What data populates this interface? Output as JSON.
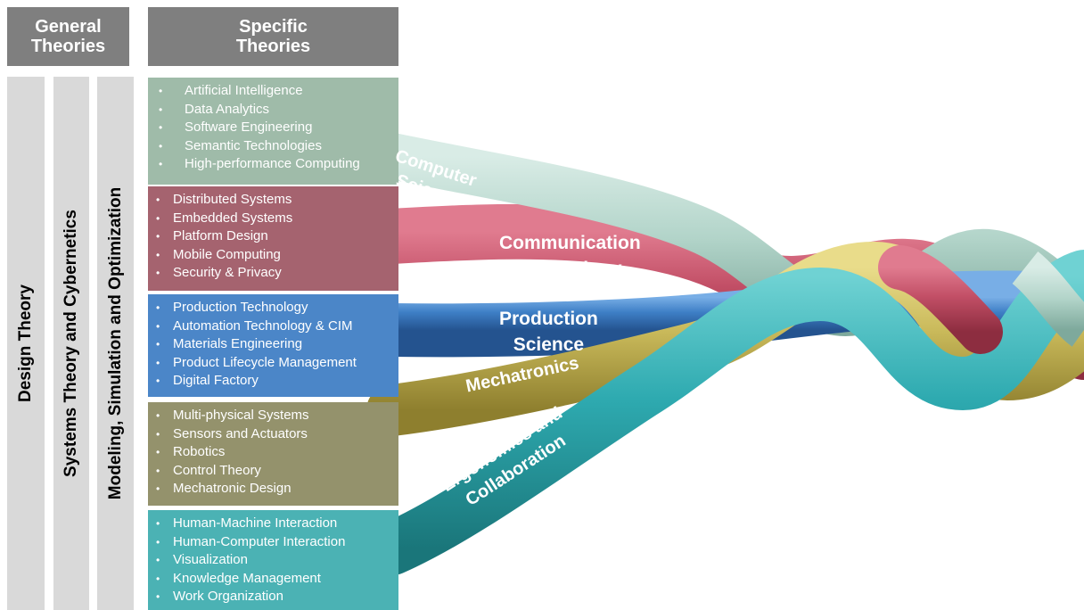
{
  "headers": {
    "general": "General\nTheories",
    "specific": "Specific\nTheories"
  },
  "general_theories": [
    "Design Theory",
    "Systems Theory and Cybernetics",
    "Modeling, Simulation and Optimization"
  ],
  "boxes": [
    {
      "items": [
        "Artificial Intelligence",
        "Data Analytics",
        "Software Engineering",
        "Semantic Technologies",
        "High-performance Computing"
      ],
      "color": "#9fbba9"
    },
    {
      "items": [
        "Distributed Systems",
        "Embedded Systems",
        "Platform Design",
        "Mobile Computing",
        "Security & Privacy"
      ],
      "color": "#a5636f"
    },
    {
      "items": [
        "Production Technology",
        "Automation Technology & CIM",
        "Materials Engineering",
        "Product Lifecycle Management",
        "Digital Factory"
      ],
      "color": "#4b86c8"
    },
    {
      "items": [
        "Multi-physical Systems",
        "Sensors and Actuators",
        "Robotics",
        "Control Theory",
        "Mechatronic Design"
      ],
      "color": "#94926c"
    },
    {
      "items": [
        "Human-Machine Interaction",
        "Human-Computer Interaction",
        "Visualization",
        "Knowledge Management",
        "Work Organization"
      ],
      "color": "#4bb2b4"
    }
  ],
  "strand_labels": {
    "computer_science": "Computer\nScience",
    "communication_technology": "Communication\nTechnology",
    "production_science": "Production\nScience",
    "mechatronics": "Mechatronics",
    "ergonomics": "Ergonomics and\nCollaboration"
  },
  "colors": {
    "header": "#7f7f7f",
    "bar": "#d9d9d9",
    "cs_strand": "#b6d6cc",
    "comm_strand": "#c24f66",
    "prod_strand": "#3e7fc6",
    "mech_strand": "#c9b95a",
    "ergo_strand": "#2eaab0"
  }
}
